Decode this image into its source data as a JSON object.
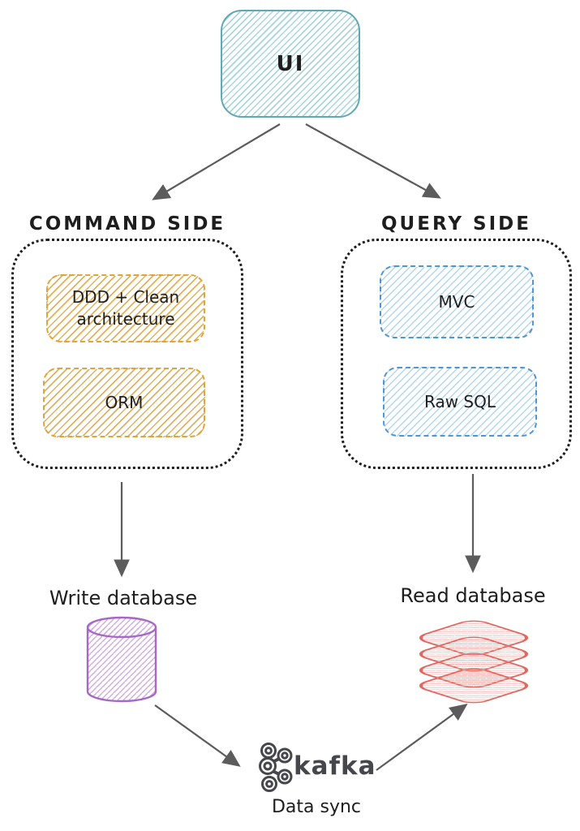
{
  "ui": {
    "label": "UI"
  },
  "command_side": {
    "title": "COMMAND SIDE",
    "items": [
      {
        "label": "DDD + Clean architecture"
      },
      {
        "label": "ORM"
      }
    ]
  },
  "query_side": {
    "title": "QUERY SIDE",
    "items": [
      {
        "label": "MVC"
      },
      {
        "label": "Raw SQL"
      }
    ]
  },
  "write_database": {
    "label": "Write database"
  },
  "read_database": {
    "label": "Read database"
  },
  "data_sync": {
    "logo_text": "kafka",
    "caption": "Data sync"
  },
  "colors": {
    "teal": "#62a8b4",
    "teal-hatch": "#a9d6db",
    "orange": "#e2a337",
    "orange-hatch": "#e0b260",
    "blue": "#4f96d2",
    "blue-hatch": "#b3d7ec",
    "purple": "#a568c6",
    "purple-hatch": "#cfaade",
    "red": "#dd6a60",
    "red-hatch": "#eda59d",
    "arrow": "#5c5c5c",
    "ink": "#1e1e1e",
    "kafka": "#46474c"
  }
}
